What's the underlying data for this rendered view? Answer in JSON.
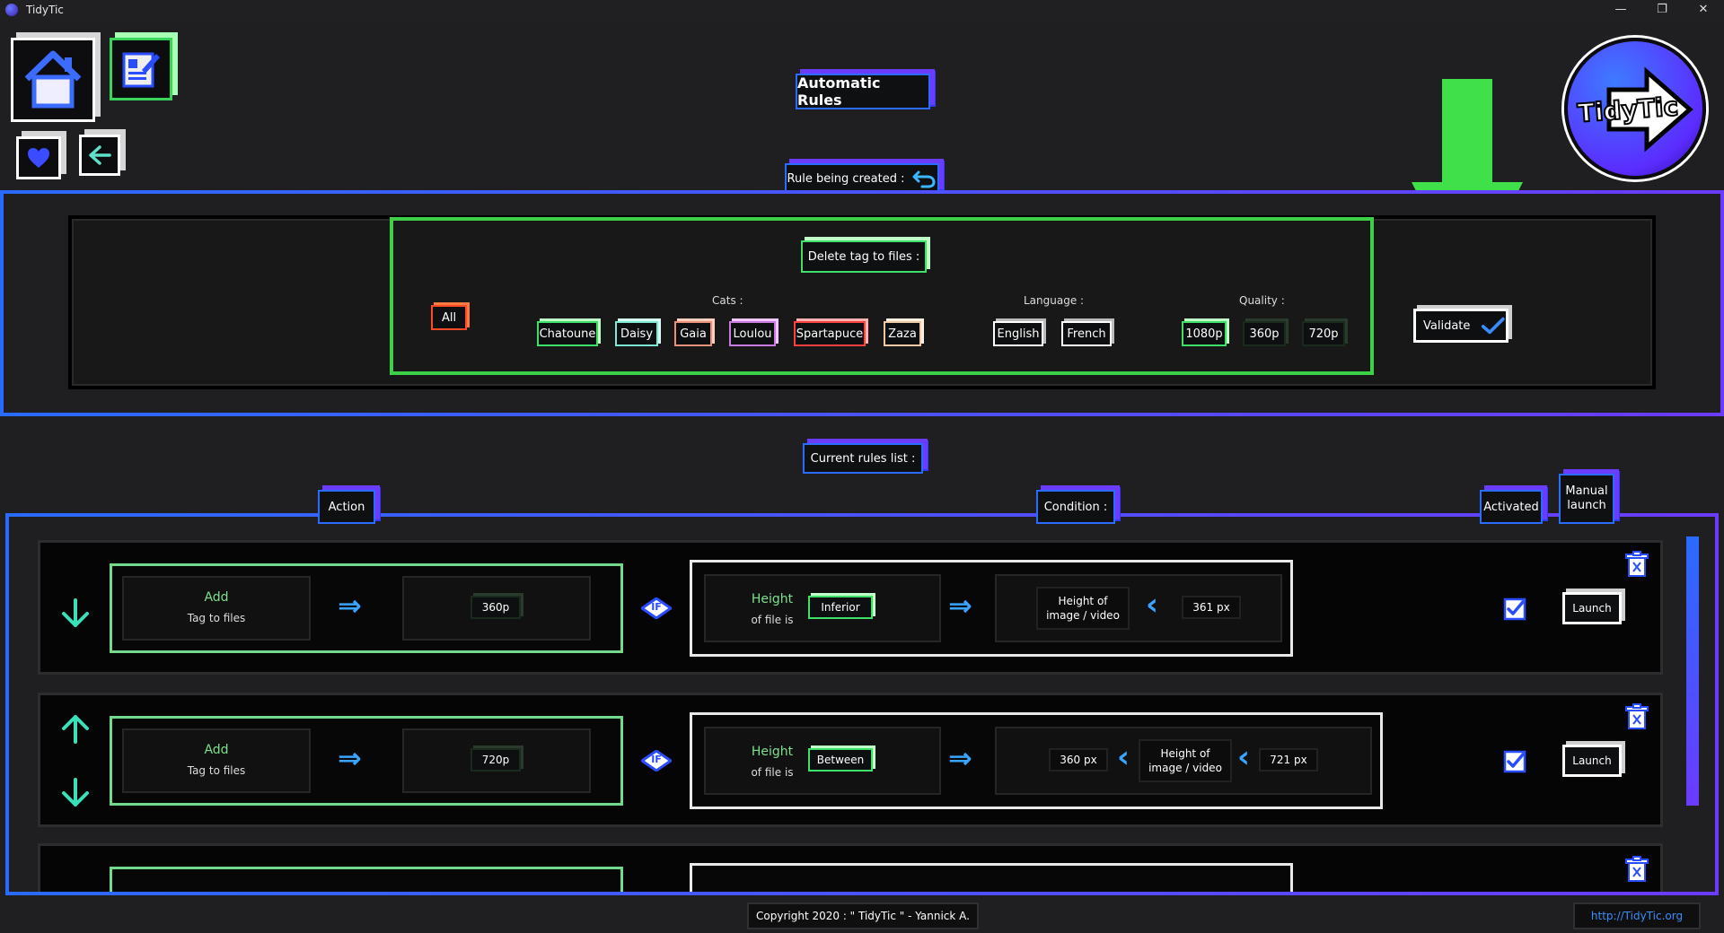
{
  "window": {
    "title": "TidyTic",
    "minimize": "—",
    "restore": "❐",
    "close": "✕"
  },
  "header": {
    "title": "Automatic Rules",
    "logo_text": "TidyTic"
  },
  "creation": {
    "label": "Rule being created :",
    "action_label": "Delete tag to files :",
    "all_label": "All",
    "groups": [
      {
        "title": "Cats :",
        "tags": [
          {
            "label": "Chatoune",
            "color": "#3fe06a"
          },
          {
            "label": "Daisy",
            "color": "#7fe8d4"
          },
          {
            "label": "Gaia",
            "color": "#e8907a"
          },
          {
            "label": "Loulou",
            "color": "#c77adf"
          },
          {
            "label": "Spartapuce",
            "color": "#ff4040"
          },
          {
            "label": "Zaza",
            "color": "#f0c8a8"
          }
        ]
      },
      {
        "title": "Language :",
        "tags": [
          {
            "label": "English",
            "color": "#ffffff"
          },
          {
            "label": "French",
            "color": "#ffffff"
          }
        ]
      },
      {
        "title": "Quality :",
        "tags": [
          {
            "label": "1080p",
            "color": "#3fe06a"
          },
          {
            "label": "360p",
            "color": "#1d2d1f"
          },
          {
            "label": "720p",
            "color": "#1d2d1f"
          }
        ]
      }
    ],
    "validate_label": "Validate"
  },
  "rules_list": {
    "title": "Current rules list :",
    "headers": {
      "action": "Action",
      "condition": "Condition :",
      "activated": "Activated",
      "manual": "Manual launch"
    },
    "rows": [
      {
        "action_verb": "Add",
        "action_target": "Tag to files",
        "action_value": "360p",
        "if_label": "IF",
        "cond_subject": "Height",
        "cond_subject2": "of file is",
        "cond_op": "Inferior",
        "cond_a": "Height of image / video",
        "cond_b": "361 px",
        "launch": "Launch"
      },
      {
        "action_verb": "Add",
        "action_target": "Tag to files",
        "action_value": "720p",
        "if_label": "IF",
        "cond_subject": "Height",
        "cond_subject2": "of file is",
        "cond_op": "Between",
        "cond_low": "360 px",
        "cond_a": "Height of image / video",
        "cond_b": "721 px",
        "launch": "Launch"
      }
    ]
  },
  "footer": {
    "copyright": "Copyright 2020 : \" TidyTic \" - Yannick A.",
    "url": "http://TidyTic.org"
  }
}
